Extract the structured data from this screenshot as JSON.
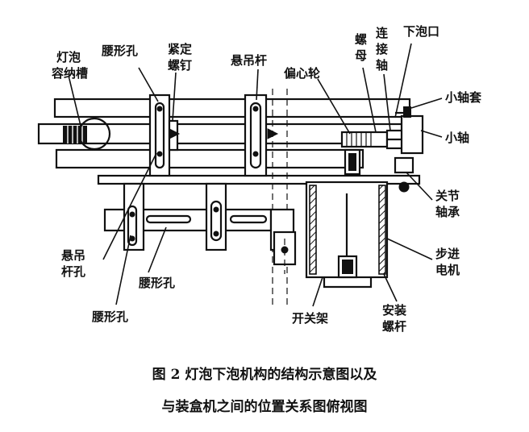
{
  "labels": {
    "bulb_slot_1": "灯泡",
    "bulb_slot_2": "容纳槽",
    "kidney_hole_top": "腰形孔",
    "set_screw_1": "紧定",
    "set_screw_2": "螺钉",
    "hanger_rod": "悬吊杆",
    "nut_1": "螺",
    "nut_2": "母",
    "conn_shaft_1": "连",
    "conn_shaft_2": "接",
    "conn_shaft_3": "轴",
    "bulb_outlet": "下泡口",
    "eccentric_wheel": "偏心轮",
    "small_sleeve": "小轴套",
    "small_shaft": "小轴",
    "joint_bearing_1": "关节",
    "joint_bearing_2": "轴承",
    "stepper_motor_1": "步进",
    "stepper_motor_2": "电机",
    "mount_screw_1": "安装",
    "mount_screw_2": "螺杆",
    "switch_frame": "开关架",
    "hanger_hole_1": "悬吊",
    "hanger_hole_2": "杆孔",
    "kidney_hole_mid": "腰形孔",
    "kidney_hole_bottom": "腰形孔"
  },
  "caption": {
    "line1": "图 2    灯泡下泡机构的结构示意图以及",
    "line2": "与装盒机之间的位置关系图俯视图"
  }
}
